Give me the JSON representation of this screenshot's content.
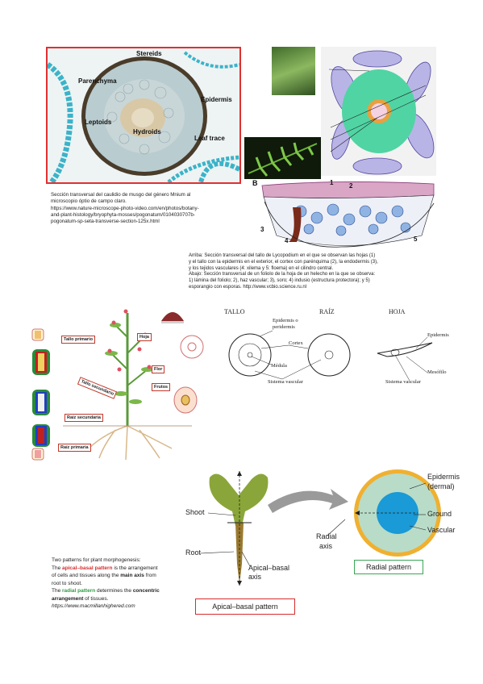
{
  "moss": {
    "labels": {
      "stereids": "Stereids",
      "parenchyma": "Parenchyma",
      "epidermis": "Epidermis",
      "leptoids": "Leptoids",
      "hydroids": "Hydroids",
      "leaf_trace": "Leaf trace"
    },
    "caption_lines": [
      "Sección transversal del caulidio de musgo del género Mnium al",
      "microscopio óptio de campo claro.",
      "https://www.nature-microscope-photo-video.com/en/photos/botany-",
      "and-plant-histology/bryophyta-mosses/pogonatum/0104030707b-",
      "pogonatum-sp-seta-transverse-section-125x.html"
    ]
  },
  "lyco": {
    "panel_letter": "B",
    "numbers": [
      "1",
      "2",
      "3",
      "4",
      "5"
    ],
    "caption_lines": [
      "Arriba: Sección transversal del tallo de Lycopodium en el que se observan las hojas (1)",
      "y el tallo con la epidermis en el exterior, el cortex con parénquima (2), la endodermis (3),",
      "y los tejidos vasculares (4: xilema y 5: floema) en el cilindro central.",
      "Abajo: Sección transversal de un foliolo de la hoja de un helecho en la que se observa:",
      "1) lámina del foliolo; 2), haz vascular; 3), soro; 4) indusio (estructura protectora); y 5)",
      "esporangio con esporas. http://www.vcbio.science.ru.nl"
    ]
  },
  "plant": {
    "tags": {
      "tallo_primario": "Tallo primario",
      "tallo_secundario": "Tallo secundario",
      "raiz_secundaria": "Raíz secundaria",
      "raiz_primaria": "Raíz primaria",
      "hoja": "Hoja",
      "flor": "Flor",
      "frutos": "Frutos"
    }
  },
  "organs": {
    "titles": [
      "TALLO",
      "RAÍZ",
      "HOJA"
    ],
    "labels": {
      "epidermis_o": "Epidermis o",
      "peridermis": "peridermis",
      "cortex": "Cortex",
      "medula": "Médula",
      "sistema_vascular": "Sistema vascular",
      "epidermis": "Epidermis",
      "mesofilo": "Mesófilo",
      "sistema_vascular_hoja": "Sistema vascular"
    }
  },
  "patterns": {
    "shoot": "Shoot",
    "root": "Root",
    "apical_basal_axis_1": "Apical–basal",
    "apical_basal_axis_2": "axis",
    "epidermis": "Epidermis",
    "dermal": "(dermal)",
    "ground": "Ground",
    "vascular": "Vascular",
    "radial_axis_1": "Radial",
    "radial_axis_2": "axis",
    "radial_pattern_box": "Radial pattern",
    "apical_basal_pattern_box": "Apical–basal pattern",
    "text_title": "Two patterns for plant morphogenesis:",
    "text_the1": "The ",
    "text_apical": "apical–basal pattern",
    "text_is": " is the arrangement",
    "text_line3a": "of cells and tissues along the ",
    "text_main_axis": "main axis",
    "text_from": " from",
    "text_line4": "root to shoot.",
    "text_the2": "The ",
    "text_radial": "radial pattern",
    "text_determines": " determines the ",
    "text_concentric": "concentric",
    "text_arrangement": "arrangement",
    "text_of_tissues": " of tissues.",
    "source": "https://www.macmillanhighered.com"
  },
  "colors": {
    "red_frame": "#e03030",
    "moss_teal": "#3bb3c8",
    "epidermis_orange": "#f0b030",
    "ground_green": "#b8dcc8",
    "vascular_blue": "#1a9ad6",
    "box_green": "#3aa655"
  }
}
